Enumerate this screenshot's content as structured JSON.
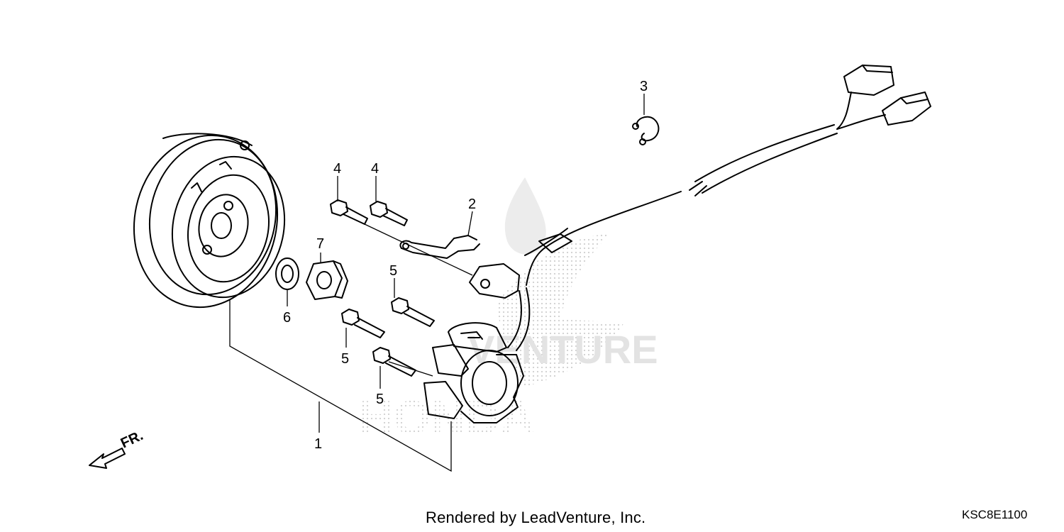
{
  "watermark": {
    "brand_text": "HONDA",
    "overlay_text": "VENTURE"
  },
  "direction_indicator": {
    "label": "FR."
  },
  "callouts": [
    {
      "id": "callout-1",
      "number": "1"
    },
    {
      "id": "callout-2",
      "number": "2"
    },
    {
      "id": "callout-3",
      "number": "3"
    },
    {
      "id": "callout-4a",
      "number": "4"
    },
    {
      "id": "callout-4b",
      "number": "4"
    },
    {
      "id": "callout-5a",
      "number": "5"
    },
    {
      "id": "callout-5b",
      "number": "5"
    },
    {
      "id": "callout-5c",
      "number": "5"
    },
    {
      "id": "callout-6",
      "number": "6"
    },
    {
      "id": "callout-7",
      "number": "7"
    }
  ],
  "footer": {
    "credit": "Rendered by LeadVenture, Inc.",
    "diagram_code": "KSC8E1100"
  }
}
